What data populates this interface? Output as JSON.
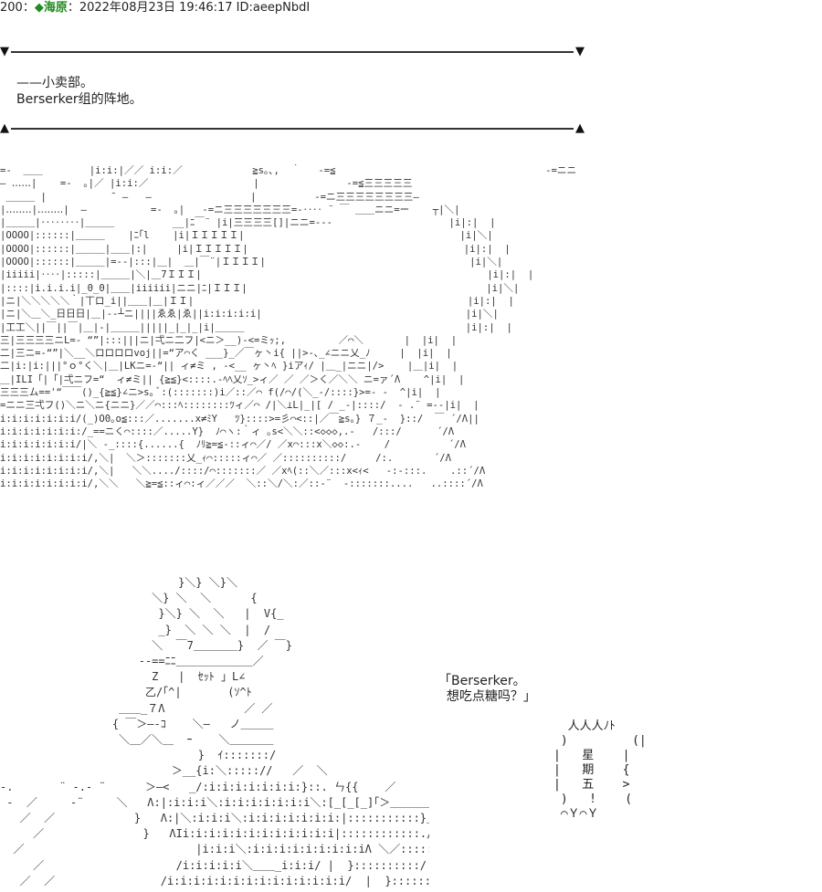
{
  "post": {
    "number": "200",
    "separator": "：",
    "name": "◆海原",
    "datetime": "：2022年08月23日 19:46:17 ID:aeepNbdI"
  },
  "rule": {
    "down_mark": "▼",
    "up_mark": "▲"
  },
  "caption": {
    "line1": "——小卖部。",
    "line2": "Berserker组的阵地。"
  },
  "art": {
    "scene": "=-  ＿＿        |i:i:|／／ i:i:／            ≧s｡､,  ｀   -=≦                                    -=ニニ\n― ‥‥‥|    =-  ｡|／ |i:i:／                  |               -=≦三三三三三\n ＿＿＿ |           ̄  ―   ―                 |          -=ニ三三三三三三三三―\n|‥‥‥‥|‥‥‥‥|  ―           =-  ｡|   -=ニ三三三三三三三=-‥‥ ¨ ￣ ＿＿ニニ=ー    ┬|＼|\n|＿＿＿|‥‥‥‥|＿＿＿          __|ﾆ￣¨ |i|三三三三[]|ニニ=‐‐‐                    |i|:|  |\n|OOOO|::::::|＿＿＿    |ﾆ｢l    |i|ＩＩＩＩＩ|                                     |i|＼|\n|OOOO|::::::|＿＿＿|＿＿|:|     |i|ＩＩＩＩＩ|                                     |i|:|  |\n|OOOO|::::::|＿＿＿|=--|:::|＿|  ＿|￣¨|ＩＩＩＩ|                                   |i|＼|\n|iiiii|‥‥|:::::|＿＿＿|＼|＿7ＩＩＩ|                                                 |i|:|  |\n|::::|i.i.i.i|_0_0|＿＿|iiiiii|ニニ|ﾆ|ＩＩＩ|                                         |i|＼|\n|ニ|＼＼＼＼＼｀|丅ロ_i||＿＿|＿|ＩＩ|                                               |i|:|  |\n|ニ|＼＿＼_日日日|＿|--┴ニ||||ゑゑ|ゑ||i:i:i:i:i|                                   |i|＼|\n|工工＼||￣||￣|＿|-|＿＿＿|||||_|_|_|i|＿＿＿                                      |i|:|  |\n三|三三三三ニL=- “”|:::|||ニ|弌ニ二フ|<ニ＞__)-<=ミｯ;,         ／⌒＼       |  |i|  |\n二|三ニ=-“”|＼__＼ロロロロvoj||=“ア⌒く ___}_／￣ヶ丶i{ ||>‐､_∠ニニ乂_ﾉ     |  |i|  |\n二|i:|i:|||°ｏ°く＼|＿|LKニ=-“|| ィ≠ミ , -<__ ヶ丶ﾍ }iアｨ/ |＿_|ニニ|/>    |＿|i|  |\n＿|ILI「|「|弌ニフ=“  ィ≠ミ|| {≧≦}<::::.-ﾍﾍ乂ｿ_>ィ／ ／ ／＞く／＼＼ ニ=ァ´Λ    ^|i|  |\n三三三ム=='“￣￣()_{≧≦}∠ニ>s｡ ﾞ:(:::::::)i／::／⌒ f(/⌒/(＼_-/::::}>=- -  ^|i|  |\n=ニニ三弌フ()＼ニ＼ニ{ニニ}／／⌒:::ﾍ::::::::ﾂィ／⌒ /|＼⊥L|_|[ / _-|::::/  - .¨ =--|i|  |\ni:i:i:i:i:i:i/(_)O0｡o≦:::／.......x≠ﾐY   ﾂ}::::>=彡⌒<::|／￣≧s｡} ７_-  }::/  ￣ ´/Λ||\ni:i:i:i:i:i:i:/_==ニく⌒::::／.....Y}  ﾉ⌒ヽ:｀ィ ｡s<＼＼::<◇◇◇,.-   /:::/      ´/Λ\ni:i:i:i:i:i:i/|＼ -_::::{......{  ﾉﾘ≧=≦-::ィ⌒／/ ／x⌒:::x＼◇◇:.-    /          ´/Λ\ni:i:i:i:i:i:i:i/,＼|  ＼＞:::::::乂_ｨ⌒:::::ィ⌒／ ／::::::::::/     /:.       ´/Λ\ni:i:i:i:i:i:i:i/,＼|   ＼＼..../::::/⌒:::::::／ ／xﾍ(::＼／:::x<ｨ<   -:-:::.    .::´/Λ\ni:i:i:i:i:i:i:i/,＼＼   ＼≧=≦::ィ⌒:ィ／／／  ＼::＼/＼:／::-¨  -:::::::....   ..::::´/Λ",
    "figure": "                           }＼} ＼}＼\n                       ＼} ＼  ＼      {\n                        }＼} ＼  ＼   |  V{_\n                        _}  ＼ ＼ ＼  |  /\n                       ＼  ￣7＿＿＿＿}  ／ ￣}\n                     --==ﾆﾆ＿＿＿＿＿＿＿／\n                       Z   |  ｾｯﾄ 」L∠\n                      乙/｢^|       (ｿ^ﾄ\n                  ＿＿_７Λ            ／ ／\n                 { ￣＞―-ｺ    ＼―   ノ＿＿＿\n                  ＼＿／＼＿  ｰ    ＼＿＿＿＿\n                              }  ｲ:::::::/\n                          ＞__{i:＼::::://   ／  ＼\n-.       ¨ -.- ¨      ＞―<   _/:i:i:i:i:i:i:i:}::. ㄣ{{    ／\n -  ／     -¨     ＼   Λ:|:i:i:i＼:i:i:i:i:i:i:i＼:[_[_[_]｢＞＿＿＿＿\n   ／  ／            }   Λ:|＼:i:i:i＼:i:i:i:i:i:i:i:|:::::::::::}＿＿＿\n     ／               }   ΛIi:i:i:i:i:i:i:i:i:i:i:i|::::::::::::./   ＼\n  ／                          |i:i:i＼:i:i:i:i:i:i:i:i:iΛ ＼／::::::::::/   ＼＼\n     ／                    /i:i:i:i:i＼＿＿_i:i:i/ |  }::::::::::/\n   ／  ／                /i:i:i:i:i:i:i:i:i:i:i:i:i:i/  |  }:::::::::/"
  },
  "speech": {
    "line1": "「Berserker。",
    "line2": "  想吃点糖吗？」"
  },
  "bubble": {
    "text": "  人人人ﾉﾄ\n )         (|\n|   星    |\n|   期    {\n|   五    >\n )   !    (\n ⌒Ｙ⌒Ｙ"
  }
}
